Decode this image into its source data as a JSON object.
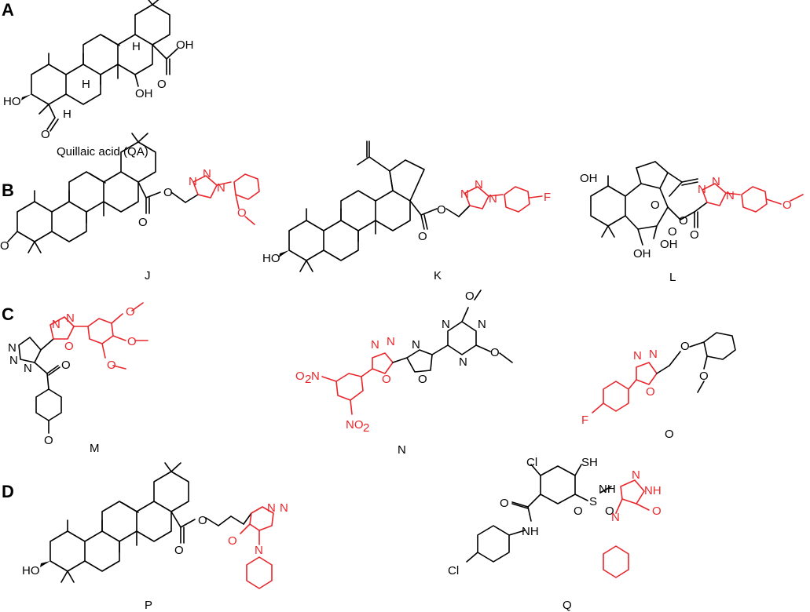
{
  "panels": {
    "A": {
      "letter": "A",
      "caption": "Quillaic acid (QA)"
    },
    "B": {
      "letter": "B",
      "compounds": [
        "J",
        "K",
        "L"
      ]
    },
    "C": {
      "letter": "C",
      "compounds": [
        "M",
        "N",
        "O"
      ]
    },
    "D": {
      "letter": "D",
      "compounds": [
        "P",
        "Q"
      ]
    }
  },
  "atoms": {
    "oh": "OH",
    "ho": "HO",
    "h": "H",
    "o": "O",
    "n": "N",
    "f": "F",
    "cl": "Cl",
    "sh": "SH",
    "nh": "NH",
    "s": "S",
    "no2": "NO",
    "no2_sub": "2",
    "o2n": "O",
    "o2n_n": "N",
    "o2n_sub": "2"
  },
  "colors": {
    "highlight": "#e8262b",
    "bonds": "#000000"
  }
}
